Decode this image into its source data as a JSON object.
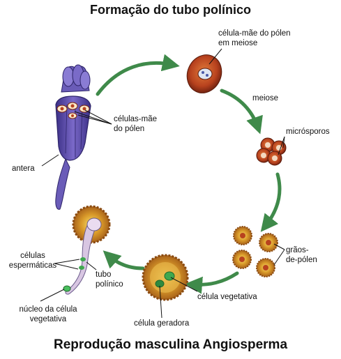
{
  "title": "Formação do tubo polínico",
  "caption": "Reprodução masculina Angiosperma",
  "labels": {
    "celula_mae_meiose_1": "célula-mãe do pólen",
    "celula_mae_meiose_2": "em meiose",
    "meiose": "meiose",
    "microsporos": "micrósporos",
    "celulas_mae_1": "células-mãe",
    "celulas_mae_2": "do pólen",
    "antera": "antera",
    "graos_1": "grãos-",
    "graos_2": "de-pólen",
    "celulas_esp_1": "células",
    "celulas_esp_2": "espermáticas",
    "tubo_1": "tubo",
    "tubo_2": "polínico",
    "celula_vegetativa": "célula vegetativa",
    "nucleo_1": "núcleo da célula",
    "nucleo_2": "vegetativa",
    "celula_geradora": "célula geradora"
  },
  "colors": {
    "arrow": "#3f8a4a",
    "anther": "#5a49a8",
    "pollen_body": "#c8861c",
    "pollen_core": "#f0d24a",
    "cell_red": "#b8421e",
    "nucleus_green": "#3fa84f",
    "tube": "#d8c6e2"
  }
}
